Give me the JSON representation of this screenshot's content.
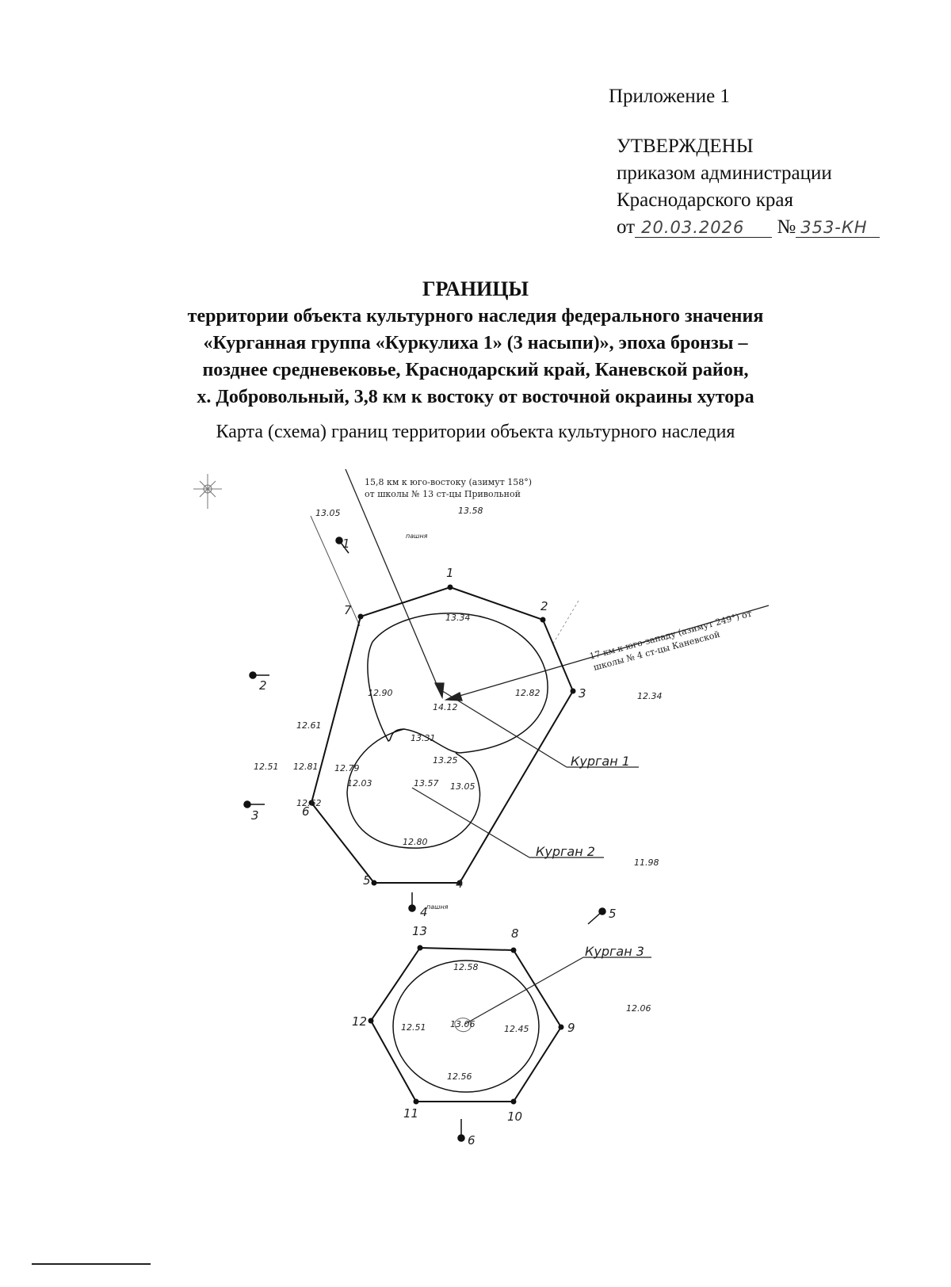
{
  "appendix": "Приложение 1",
  "approval": {
    "line1": "УТВЕРЖДЕНЫ",
    "line2": "приказом администрации",
    "line3": "Краснодарского края",
    "date_prefix": "от",
    "date_value": "20.03.2026",
    "number_prefix": "№",
    "number_value": "353-КН"
  },
  "title": {
    "main": "ГРАНИЦЫ",
    "line1": "территории объекта культурного наследия федерального значения",
    "line2": "«Курганная группа «Куркулиха 1» (3 насыпи)», эпоха бронзы –",
    "line3": "позднее средневековье, Краснодарский край, Каневской район,",
    "line4": "х. Добровольный, 3,8 км к востоку от восточной окраины хутора"
  },
  "subtitle": "Карта (схема) границ территории объекта культурного наследия",
  "map": {
    "note_north": [
      "15,8 км к юго-востоку (азимут 158°)",
      "от школы № 13 ст-цы Привольной"
    ],
    "note_east": [
      "17 км к юго-западу (азимут 249°) от",
      "школы № 4 ст-цы Каневской"
    ],
    "land_label": "пашня",
    "mounds": [
      "Курган 1",
      "Курган 2",
      "Курган 3"
    ],
    "boundary_points": [
      "1",
      "2",
      "3",
      "4",
      "5",
      "6",
      "7",
      "8",
      "9",
      "10",
      "11",
      "12",
      "13"
    ],
    "markers": [
      "1",
      "2",
      "3",
      "4",
      "5",
      "6"
    ],
    "elevations": [
      "13.05",
      "13.58",
      "13.34",
      "12.90",
      "14.12",
      "12.82",
      "12.34",
      "12.61",
      "13.31",
      "12.51",
      "12.81",
      "12.79",
      "13.25",
      "12.03",
      "13.57",
      "13.05",
      "12.62",
      "12.80",
      "11.98",
      "12.58",
      "12.51",
      "13.06",
      "12.45",
      "12.06",
      "12.56"
    ]
  }
}
